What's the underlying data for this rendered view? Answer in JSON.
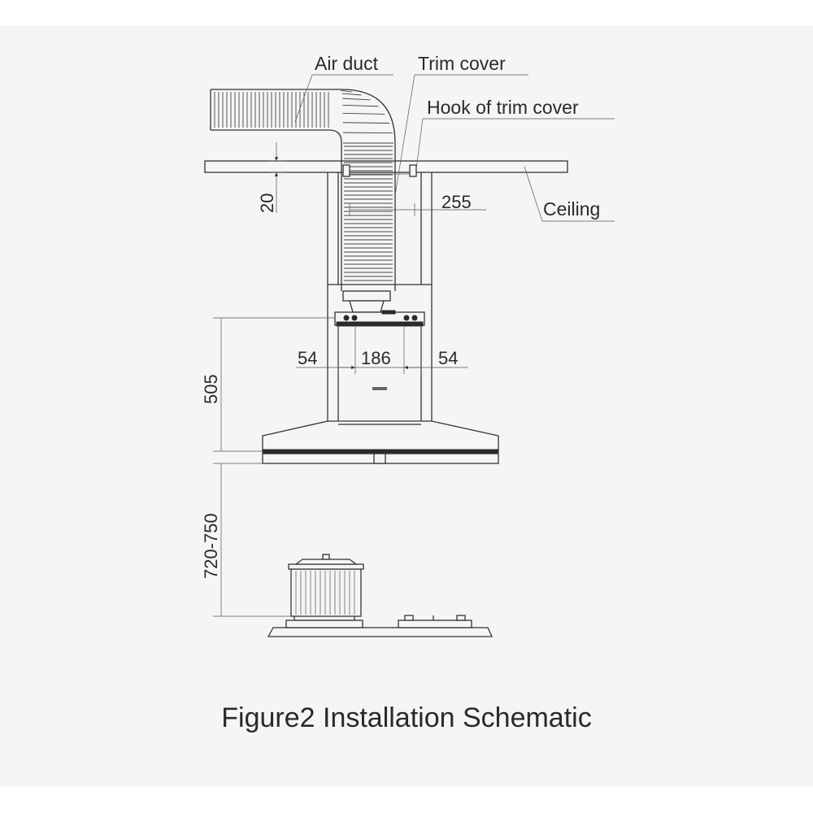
{
  "labels": {
    "air_duct": "Air duct",
    "trim_cover": "Trim cover",
    "hook_of_trim_cover": "Hook of trim cover",
    "ceiling": "Ceiling"
  },
  "dimensions": {
    "d20": "20",
    "d255": "255",
    "d54_left": "54",
    "d186": "186",
    "d54_right": "54",
    "d505": "505",
    "d720_750": "720-750"
  },
  "caption": "Figure2 Installation Schematic"
}
